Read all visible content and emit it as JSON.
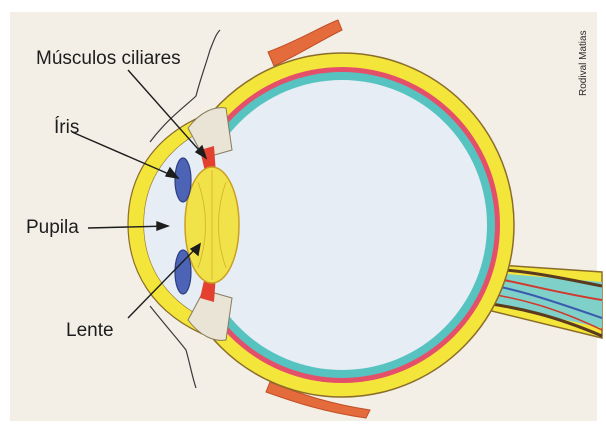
{
  "labels": {
    "ciliary": "Músculos ciliares",
    "iris": "Íris",
    "pupil": "Pupila",
    "lens": "Lente"
  },
  "credit": "Rodival Matias",
  "colors": {
    "background": "#f3efe6",
    "vitreous": "#e6edf5",
    "sclera": "#f3e53a",
    "choroid": "#e4506a",
    "retina": "#56c3c0",
    "lens": "#f2e24a",
    "iris": "#4c63b6",
    "muscle": "#e3402f",
    "nerve_red": "#d03a2c",
    "nerve_blue": "#3a5ab0"
  }
}
